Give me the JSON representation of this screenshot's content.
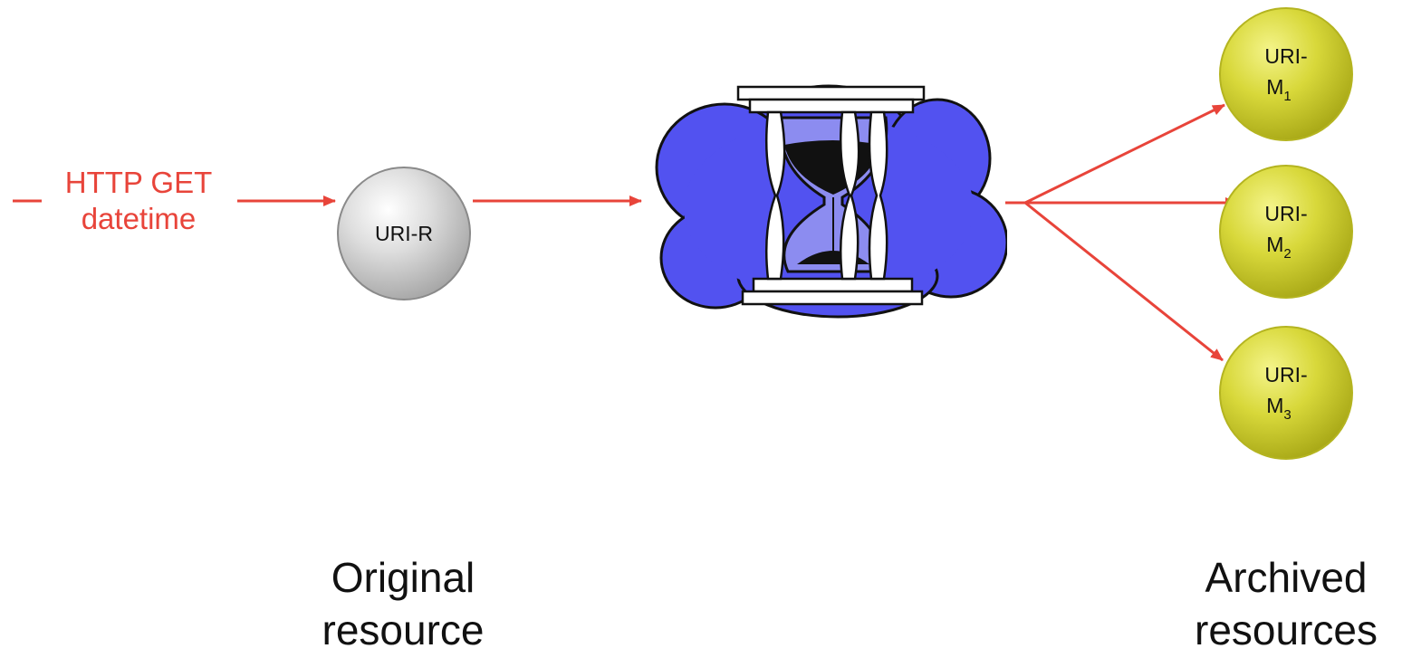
{
  "request": {
    "line1": "HTTP GET",
    "line2": "datetime"
  },
  "original": {
    "label": "URI-R",
    "caption_line1": "Original",
    "caption_line2": "resource"
  },
  "timegate": {
    "icon": "hourglass-cloud-icon"
  },
  "mementos": [
    {
      "label_top": "URI-",
      "label_base": "M",
      "label_sub": "1"
    },
    {
      "label_top": "URI-",
      "label_base": "M",
      "label_sub": "2"
    },
    {
      "label_top": "URI-",
      "label_base": "M",
      "label_sub": "3"
    }
  ],
  "archived": {
    "caption_line1": "Archived",
    "caption_line2": "resources"
  },
  "colors": {
    "arrow": "#e8443a",
    "cloud": "#5252f0",
    "original_node": "#c8c8c8",
    "memento_node": "#d6d62a"
  }
}
